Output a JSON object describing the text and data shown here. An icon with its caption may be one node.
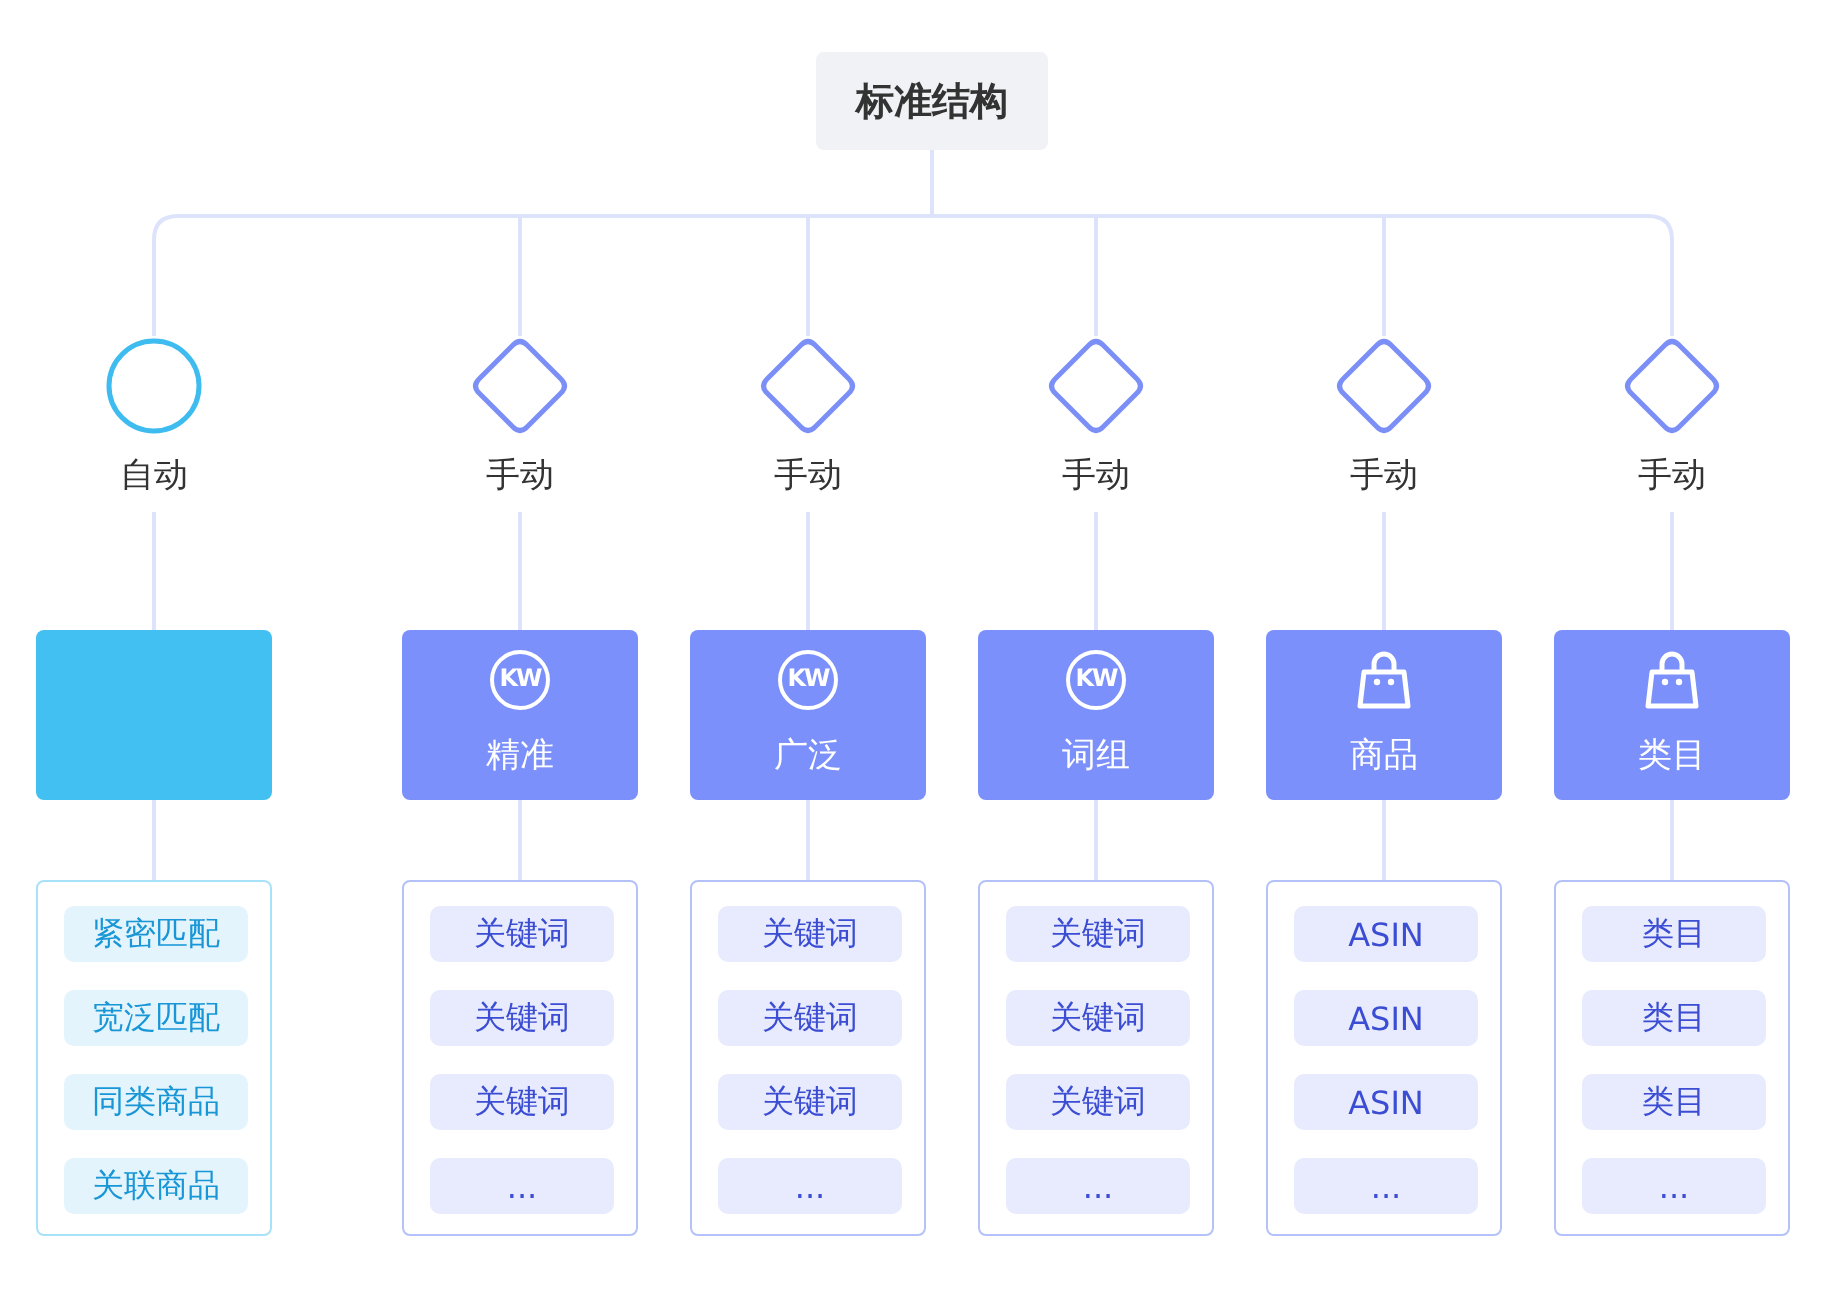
{
  "diagram": {
    "nodes": [
      {
        "text": [
          "标准结构"
        ]
      },
      {
        "text": [],
        "shape": "circle",
        "beside": [
          "自动"
        ]
      },
      {
        "text": [],
        "shape": "diamond",
        "beside": [
          "手动"
        ]
      },
      {
        "text": [],
        "shape": "diamond",
        "beside": [
          "手动"
        ]
      },
      {
        "text": [],
        "shape": "diamond",
        "beside": [
          "手动"
        ]
      },
      {
        "text": [],
        "shape": "diamond",
        "beside": [
          "手动"
        ]
      },
      {
        "text": [],
        "shape": "diamond",
        "beside": [
          "手动"
        ]
      },
      {
        "text": [],
        "shape": "box"
      },
      {
        "text": [
          "KW",
          "精准"
        ]
      },
      {
        "text": [
          "KW",
          "广泛"
        ]
      },
      {
        "text": [
          "KW",
          "词组"
        ]
      },
      {
        "text": [
          "商品"
        ]
      },
      {
        "text": [
          "类目"
        ]
      },
      {
        "text": [],
        "shape": "box"
      },
      {
        "text": [],
        "shape": "box"
      },
      {
        "text": [],
        "shape": "box"
      },
      {
        "text": [],
        "shape": "box"
      },
      {
        "text": [],
        "shape": "box"
      },
      {
        "text": [],
        "shape": "box"
      },
      {
        "text": [
          "紧密匹配"
        ],
        "in": 13
      },
      {
        "text": [
          "宽泛匹配"
        ],
        "in": 13
      },
      {
        "text": [
          "同类商品"
        ],
        "in": 13
      },
      {
        "text": [
          "关联商品"
        ],
        "in": 13
      },
      {
        "text": [
          "关键词"
        ],
        "in": 14
      },
      {
        "text": [
          "关键词"
        ],
        "in": 14
      },
      {
        "text": [
          "关键词"
        ],
        "in": 14
      },
      {
        "text": [
          "..."
        ],
        "in": 14
      },
      {
        "text": [
          "关键词"
        ],
        "in": 15
      },
      {
        "text": [
          "关键词"
        ],
        "in": 15
      },
      {
        "text": [
          "关键词"
        ],
        "in": 15
      },
      {
        "text": [
          "..."
        ],
        "in": 15
      },
      {
        "text": [
          "关键词"
        ],
        "in": 16
      },
      {
        "text": [
          "关键词"
        ],
        "in": 16
      },
      {
        "text": [
          "关键词"
        ],
        "in": 16
      },
      {
        "text": [
          "..."
        ],
        "in": 16
      },
      {
        "text": [
          "ASIN"
        ],
        "in": 17
      },
      {
        "text": [
          "ASIN"
        ],
        "in": 17
      },
      {
        "text": [
          "ASIN"
        ],
        "in": 17
      },
      {
        "text": [
          "..."
        ],
        "in": 17
      },
      {
        "text": [
          "类目"
        ],
        "in": 18
      },
      {
        "text": [
          "类目"
        ],
        "in": 18
      },
      {
        "text": [
          "类目"
        ],
        "in": 18
      },
      {
        "text": [
          "..."
        ],
        "in": 18
      }
    ],
    "edges": [
      {
        "from": 0,
        "to": 1,
        "arrow": "none"
      },
      {
        "from": 0,
        "to": 2,
        "arrow": "none"
      },
      {
        "from": 0,
        "to": 3,
        "arrow": "none"
      },
      {
        "from": 0,
        "to": 4,
        "arrow": "none"
      },
      {
        "from": 0,
        "to": 5,
        "arrow": "none"
      },
      {
        "from": 0,
        "to": 6,
        "arrow": "none"
      },
      {
        "from": 1,
        "to": 7,
        "arrow": "none"
      },
      {
        "from": 2,
        "to": 8,
        "arrow": "none"
      },
      {
        "from": 3,
        "to": 9,
        "arrow": "none"
      },
      {
        "from": 4,
        "to": 10,
        "arrow": "none"
      },
      {
        "from": 5,
        "to": 11,
        "arrow": "none"
      },
      {
        "from": 6,
        "to": 12,
        "arrow": "none"
      },
      {
        "from": 7,
        "to": 13,
        "arrow": "none"
      },
      {
        "from": 8,
        "to": 14,
        "arrow": "none"
      },
      {
        "from": 9,
        "to": 15,
        "arrow": "none"
      },
      {
        "from": 10,
        "to": 16,
        "arrow": "none"
      },
      {
        "from": 11,
        "to": 17,
        "arrow": "none"
      },
      {
        "from": 12,
        "to": 18,
        "arrow": "none"
      }
    ]
  }
}
